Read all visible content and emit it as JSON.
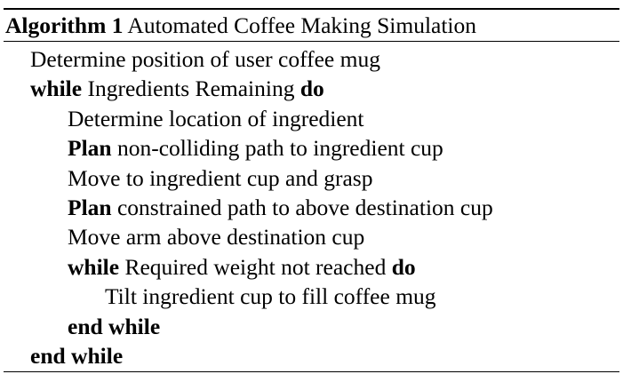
{
  "algorithm": {
    "label": "Algorithm 1",
    "title": "Automated Coffee Making Simulation",
    "lines": [
      {
        "indent": 1,
        "keyword": "",
        "text": "Determine position of user coffee mug",
        "keyword_end": ""
      },
      {
        "indent": 1,
        "keyword": "while",
        "text": " Ingredients Remaining ",
        "keyword_end": "do"
      },
      {
        "indent": 2,
        "keyword": "",
        "text": "Determine location of ingredient",
        "keyword_end": ""
      },
      {
        "indent": 2,
        "keyword": "Plan",
        "text": " non-colliding path to ingredient cup",
        "keyword_end": ""
      },
      {
        "indent": 2,
        "keyword": "",
        "text": "Move to ingredient cup and grasp",
        "keyword_end": ""
      },
      {
        "indent": 2,
        "keyword": "Plan",
        "text": " constrained path to above destination cup",
        "keyword_end": ""
      },
      {
        "indent": 2,
        "keyword": "",
        "text": "Move arm above destination cup",
        "keyword_end": ""
      },
      {
        "indent": 2,
        "keyword": "while",
        "text": " Required weight not reached ",
        "keyword_end": "do"
      },
      {
        "indent": 3,
        "keyword": "",
        "text": "Tilt ingredient cup to fill coffee mug",
        "keyword_end": ""
      },
      {
        "indent": 2,
        "keyword": "end while",
        "text": "",
        "keyword_end": ""
      },
      {
        "indent": 1,
        "keyword": "end while",
        "text": "",
        "keyword_end": ""
      }
    ]
  }
}
